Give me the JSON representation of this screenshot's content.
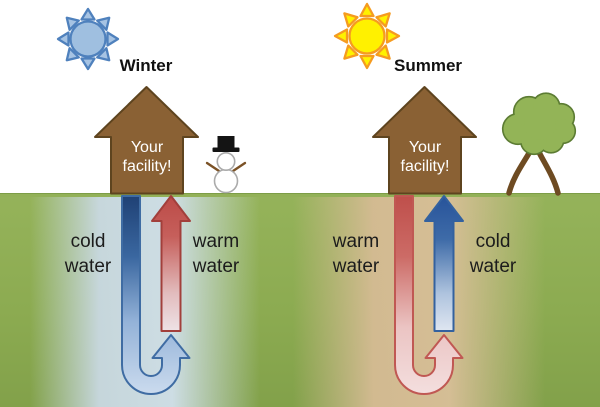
{
  "diagram": {
    "subject": "seasonal ground-source heat exchange",
    "scenes": {
      "winter": {
        "season_label": "Winter",
        "facility_line1": "Your",
        "facility_line2": "facility!",
        "down_pipe_label": "cold water",
        "up_pipe_label": "warm water"
      },
      "summer": {
        "season_label": "Summer",
        "facility_line1": "Your",
        "facility_line2": "facility!",
        "down_pipe_label": "warm water",
        "up_pipe_label": "cold water"
      }
    },
    "icons": {
      "winter_sun": "cold-sun-icon",
      "summer_sun": "sun-icon",
      "snowman": "snowman-icon",
      "tree": "tree-icon",
      "facility_shape": "house-up-arrow-shape",
      "loop_pipe": "u-turn-arrow",
      "return_pipe": "up-arrow"
    },
    "colors": {
      "sky": "#FFFFFF",
      "ground_green": "#8FAF55",
      "winter_soil_tint": "#CBDCEA",
      "summer_soil_tint": "#D5B993",
      "house_brown": "#8A6134",
      "house_outline": "#5E441F",
      "cold_water_blue": "#24477C",
      "warm_water_red": "#C0504D",
      "winter_sun_fill": "#A6C3E3",
      "winter_sun_outline": "#4F81BD",
      "summer_sun_fill": "#FFF100",
      "summer_sun_outline": "#F59B20",
      "label_text": "#1C1C1C",
      "facility_text": "#FFFFFF"
    }
  }
}
